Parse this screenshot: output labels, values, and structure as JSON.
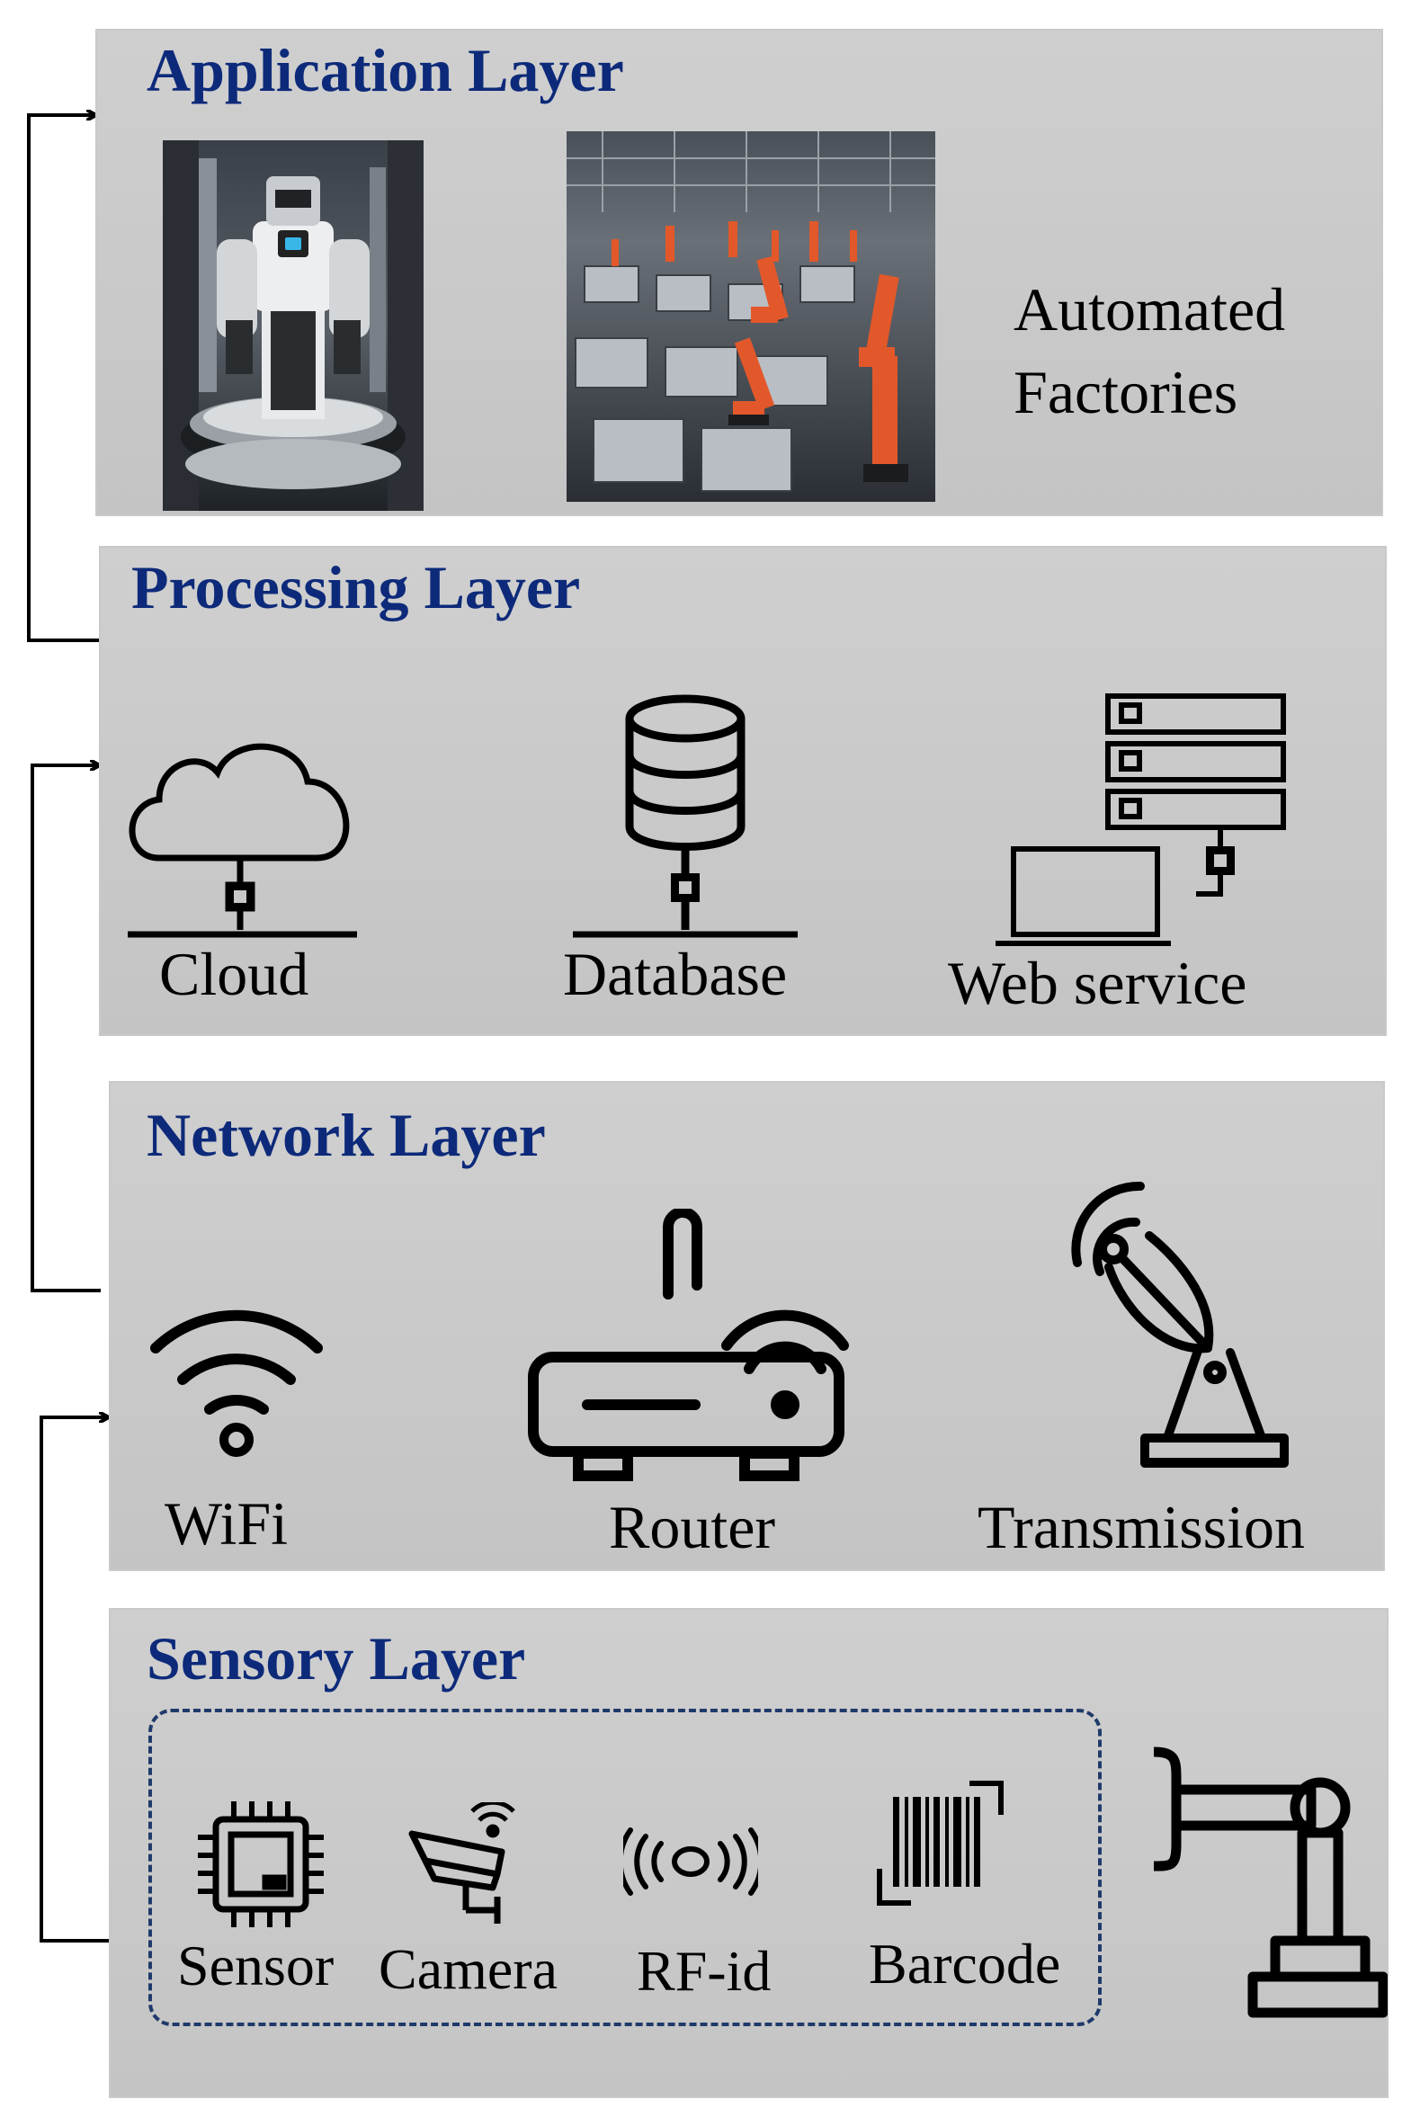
{
  "layers": {
    "application": {
      "title": "Application Layer",
      "caption_line1": "Automated",
      "caption_line2": "Factories",
      "images": [
        "humanoid-robot-photo",
        "factory-robot-arms-photo"
      ]
    },
    "processing": {
      "title": "Processing Layer",
      "items": [
        "Cloud",
        "Database",
        "Web service"
      ]
    },
    "network": {
      "title": "Network Layer",
      "items": [
        "WiFi",
        "Router",
        "Transmission"
      ]
    },
    "sensory": {
      "title": "Sensory Layer",
      "items": [
        "Sensor",
        "Camera",
        "RF-id",
        "Barcode"
      ]
    }
  },
  "colors": {
    "title": "#0d2a7a",
    "panel": "#c8c8c8",
    "dashed_box": "#1f3a6a",
    "robot_orange": "#e2582a"
  },
  "icons": {
    "processing": [
      "cloud-icon",
      "database-icon",
      "web-service-icon"
    ],
    "network": [
      "wifi-icon",
      "router-icon",
      "satellite-dish-icon"
    ],
    "sensory": [
      "chip-icon",
      "cctv-camera-icon",
      "rfid-icon",
      "barcode-icon",
      "robot-arm-icon"
    ]
  }
}
